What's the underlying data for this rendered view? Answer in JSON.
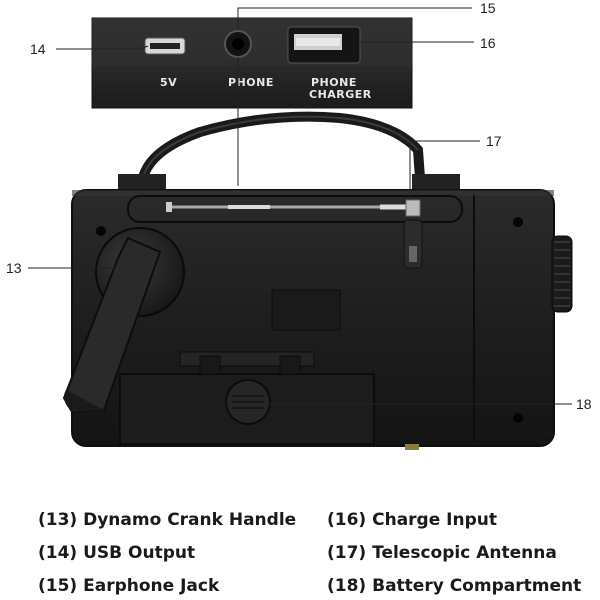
{
  "ports": {
    "usb_label": "5V",
    "phone_label": "PHONE",
    "charger_label_line1": "PHONE",
    "charger_label_line2": "CHARGER"
  },
  "callouts": {
    "c13": "13",
    "c14": "14",
    "c15": "15",
    "c16": "16",
    "c17": "17",
    "c18": "18"
  },
  "legend": {
    "l13": "(13) Dynamo Crank Handle",
    "l14": "(14) USB Output",
    "l15": "(15) Earphone Jack",
    "l16": "(16) Charge Input",
    "l17": "(17) Telescopic Antenna",
    "l18": "(18) Battery Compartment"
  },
  "colors": {
    "body": "#1f1f1f",
    "panel": "#2a2a2a",
    "leader_line": "#222222"
  }
}
